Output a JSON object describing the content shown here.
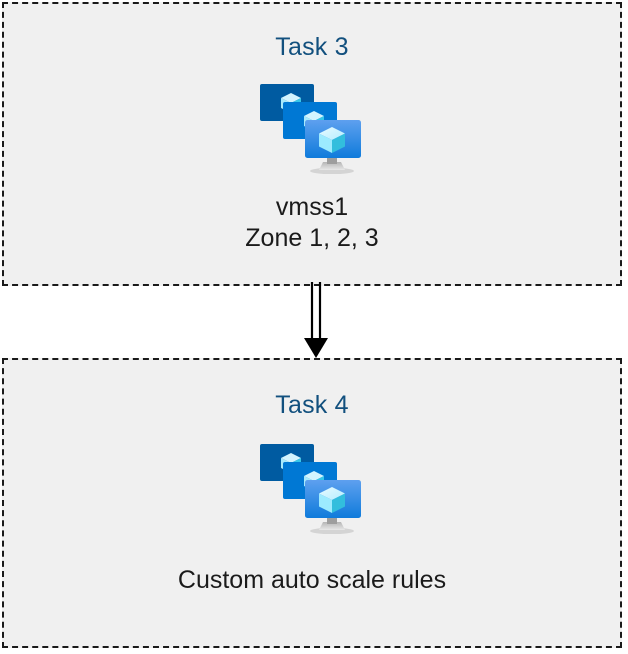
{
  "diagram": {
    "type": "flow-diagram",
    "background_color": "#ffffff",
    "group_fill_color": "#f0f0f0",
    "group_border_color": "#1a1a1a",
    "title_color": "#12507e",
    "caption_color": "#1b1b1b",
    "groups": [
      {
        "id": "task3",
        "title": "Task 3",
        "icon": "vm-scale-set-icon",
        "captions": [
          "vmss1",
          "Zone 1, 2, 3"
        ]
      },
      {
        "id": "task4",
        "title": "Task 4",
        "icon": "vm-scale-set-icon",
        "captions": [
          "Custom auto scale rules"
        ]
      }
    ],
    "connectors": [
      {
        "id": "task3-to-task4",
        "from": "task3",
        "to": "task4",
        "style": "double-line-arrow",
        "direction": "down",
        "color": "#000000"
      }
    ],
    "icon_colors": {
      "monitor_back": "#005ba1",
      "monitor_middle": "#0078d4",
      "monitor_front_top": "#5ea0ef",
      "monitor_front_bottom": "#0f7bdb",
      "cube_top": "#c3f1ff",
      "cube_left": "#9cebff",
      "cube_right": "#32bedd",
      "stand": "#a3a3a3"
    }
  }
}
